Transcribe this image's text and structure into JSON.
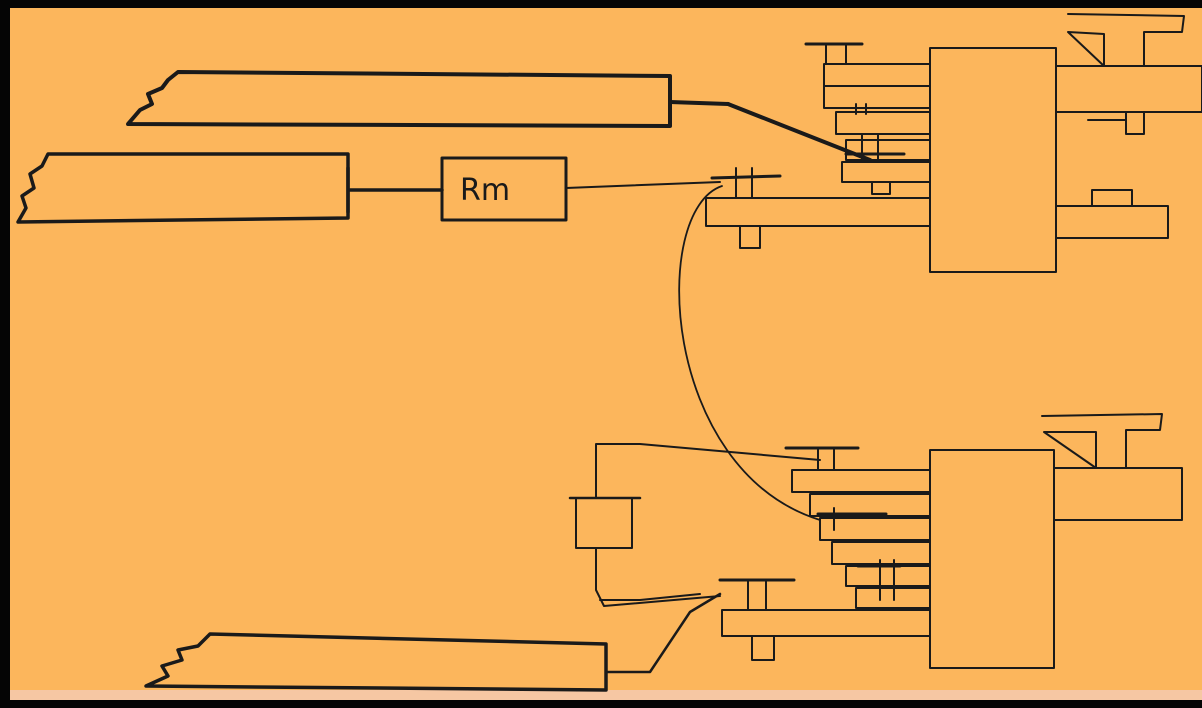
{
  "diagram": {
    "resistor_label": "Rm"
  },
  "colors": {
    "background": "#fcb65c",
    "frame": "#050505",
    "ink": "#1a1a1a",
    "bottom_strip": "#f6c7a3"
  },
  "components": {
    "conductors": [
      "top-conductor",
      "middle-conductor",
      "bottom-conductor"
    ],
    "resistors": [
      "Rm"
    ],
    "terminal_blocks": [
      "upper-terminal-block",
      "lower-terminal-block"
    ],
    "small_box": [
      "isolated-box"
    ]
  }
}
